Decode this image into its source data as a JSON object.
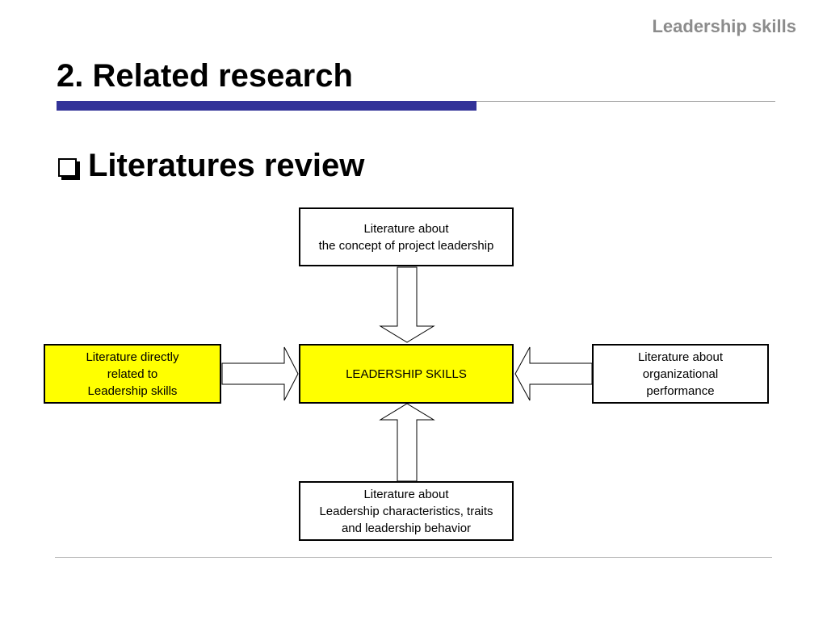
{
  "header_tag": "Leadership skills",
  "title": "2. Related research",
  "subtitle": "Literatures review",
  "diagram": {
    "top": [
      "Literature about",
      "the concept of project leadership"
    ],
    "left": [
      "Literature directly",
      "related to",
      "Leadership skills"
    ],
    "center": "LEADERSHIP SKILLS",
    "right": [
      "Literature about",
      "organizational",
      "performance"
    ],
    "bottom": [
      "Literature about",
      "Leadership characteristics, traits",
      "and leadership behavior"
    ]
  },
  "colors": {
    "accent_bar": "#333399",
    "highlight": "#ffff00",
    "header_tag": "#8c8c8c"
  },
  "icons": {
    "bullet": "checkbox-icon"
  }
}
